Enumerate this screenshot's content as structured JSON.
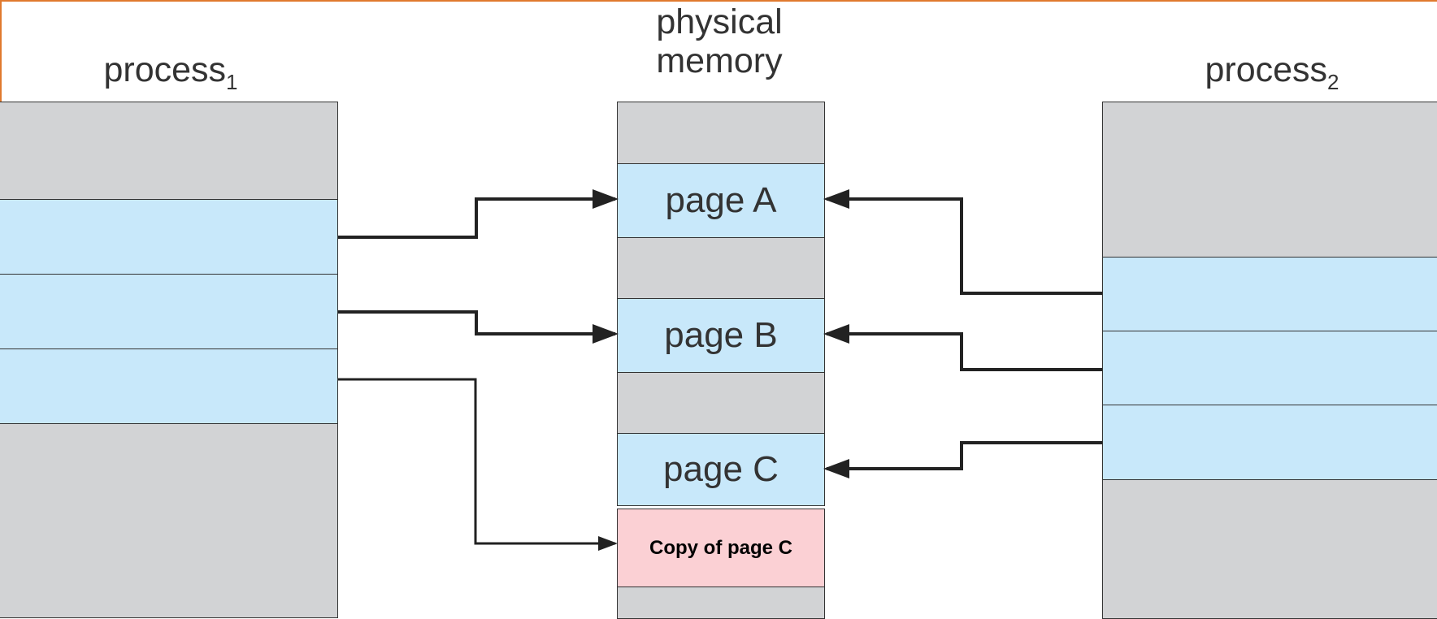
{
  "headers": {
    "process1": "process",
    "process1_sub": "1",
    "physical_line1": "physical",
    "physical_line2": "memory",
    "process2": "process",
    "process2_sub": "2"
  },
  "physical_memory": {
    "page_a": "page A",
    "page_b": "page B",
    "page_c": "page C",
    "copy_c": "Copy of page C"
  },
  "colors": {
    "frame_border": "#e07a2e",
    "unused_page": "#d2d3d5",
    "shared_page": "#c8e8fa",
    "copied_page": "#fbd0d4",
    "arrow": "#222222"
  }
}
